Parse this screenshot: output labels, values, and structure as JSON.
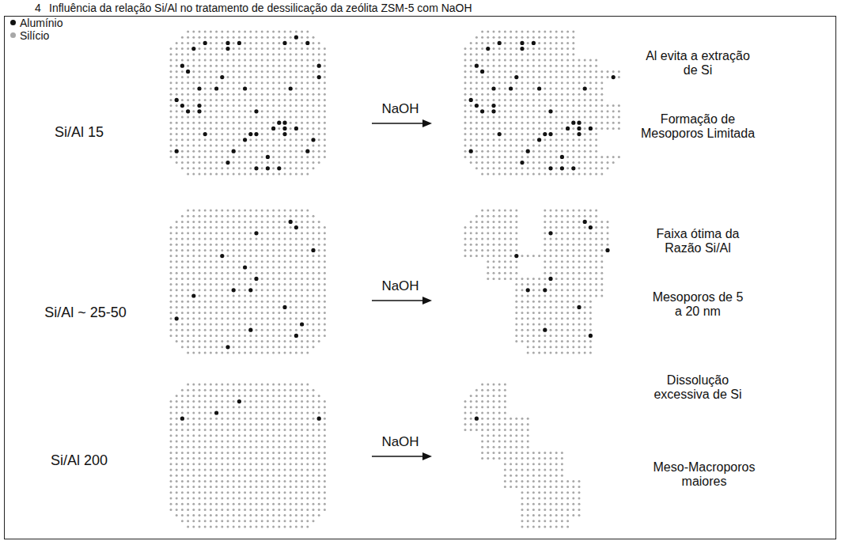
{
  "diagram": {
    "title": "Influência da relação Si/Al no tratamento de dessilicação da zeólita ZSM-5 com NaOH",
    "labels": [
      "4",
      "Si/Al 15",
      "NaOH",
      "Al evita a extração de Si",
      "Formação de Mesoporos Limitada",
      "Si/Al ~ 25-50",
      "NaOH",
      "Faixa ótima da Razão Si/Al",
      "Mesoporos de 5 a 20 nm",
      "Si/Al 200",
      "NaOH",
      "Dissolução excessiva de Si",
      "Meso-Macroporos maiores"
    ],
    "legend": [
      {
        "text": "Alumínio",
        "color": "#111111"
      },
      {
        "text": "Silício",
        "color": "#a8a8a8"
      }
    ]
  }
}
